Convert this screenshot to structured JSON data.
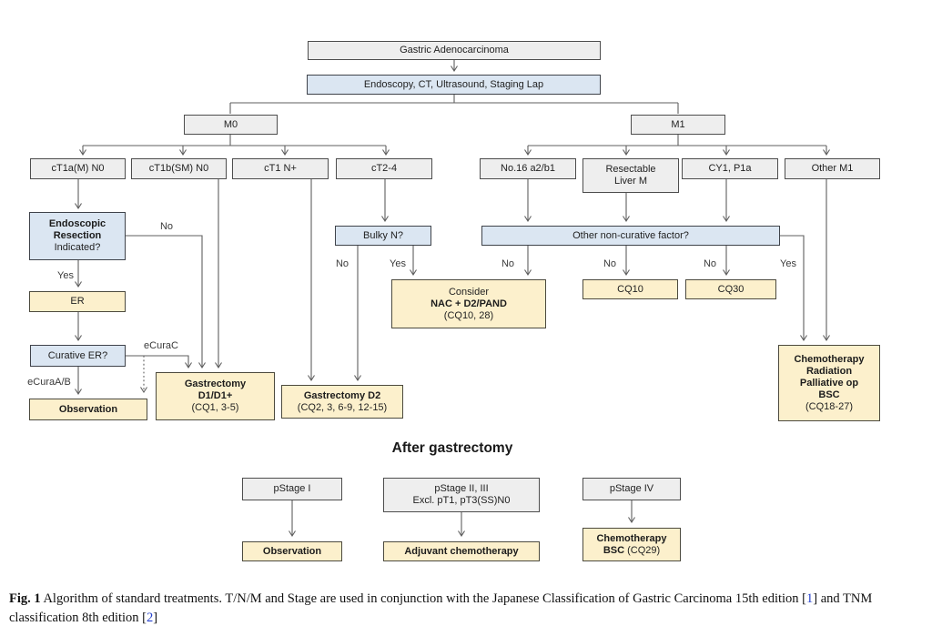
{
  "colors": {
    "state_gray": "#eeeeee",
    "decision_blue": "#dbe6f2",
    "action_yellow": "#fcf0cc",
    "line": "#5f5f5f",
    "reference_blue": "#2440cc"
  },
  "boxes": {
    "root": "Gastric Adenocarcinoma",
    "workup": "Endoscopy, CT, Ultrasound, Staging Lap",
    "m0": "M0",
    "m1": "M1",
    "ct1a": "cT1a(M) N0",
    "ct1b": "cT1b(SM) N0",
    "ct1n": "cT1 N+",
    "ct24": "cT2-4",
    "no16": "No.16 a2/b1",
    "resectable": {
      "l1": "Resectable",
      "l2": "Liver M"
    },
    "cy1": "CY1, P1a",
    "otherm1": "Other M1",
    "er_ind": {
      "l1": "Endoscopic",
      "l2": "Resection",
      "l3": "Indicated?"
    },
    "er": "ER",
    "curative": "Curative ER?",
    "obs1": "Observation",
    "d1": {
      "l1": "Gastrectomy",
      "l2": "D1/D1+",
      "l3": "(CQ1, 3-5)"
    },
    "d2": {
      "l1": "Gastrectomy D2",
      "l2": "(CQ2, 3, 6-9, 12-15)"
    },
    "bulky": "Bulky N?",
    "nac": {
      "l1": "Consider",
      "l2": "NAC + D2/PAND",
      "l3": "(CQ10, 28)"
    },
    "oncf": "Other non-curative factor?",
    "cq10": "CQ10",
    "cq30": "CQ30",
    "chemo": {
      "l1": "Chemotherapy",
      "l2": "Radiation",
      "l3": "Palliative op",
      "l4": "BSC",
      "l5": "(CQ18-27)"
    },
    "pstage1": "pStage I",
    "pstage23": {
      "l1": "pStage II, III",
      "l2": "Excl. pT1, pT3(SS)N0"
    },
    "pstage4": "pStage IV",
    "obs2": "Observation",
    "adjuvant": "Adjuvant chemotherapy",
    "chemobsc": {
      "l1": "Chemotherapy",
      "l2b": "BSC",
      "l2r": " (CQ29)"
    }
  },
  "labels": {
    "no_er": "No",
    "yes_er": "Yes",
    "ecurac": "eCuraC",
    "ecuraab": "eCuraA/B",
    "bulky_no": "No",
    "bulky_yes": "Yes",
    "oncf_no1": "No",
    "oncf_no2": "No",
    "oncf_no3": "No",
    "oncf_yes": "Yes"
  },
  "heading": "After gastrectomy",
  "caption": {
    "fig": "Fig. 1",
    "t1": " Algorithm of standard treatments. T/N/M and Stage are used in conjunction with the Japanese Classification of Gastric Carcinoma 15th edition [",
    "r1": "1",
    "t2": "] and TNM classification 8th edition [",
    "r2": "2",
    "t3": "]"
  }
}
